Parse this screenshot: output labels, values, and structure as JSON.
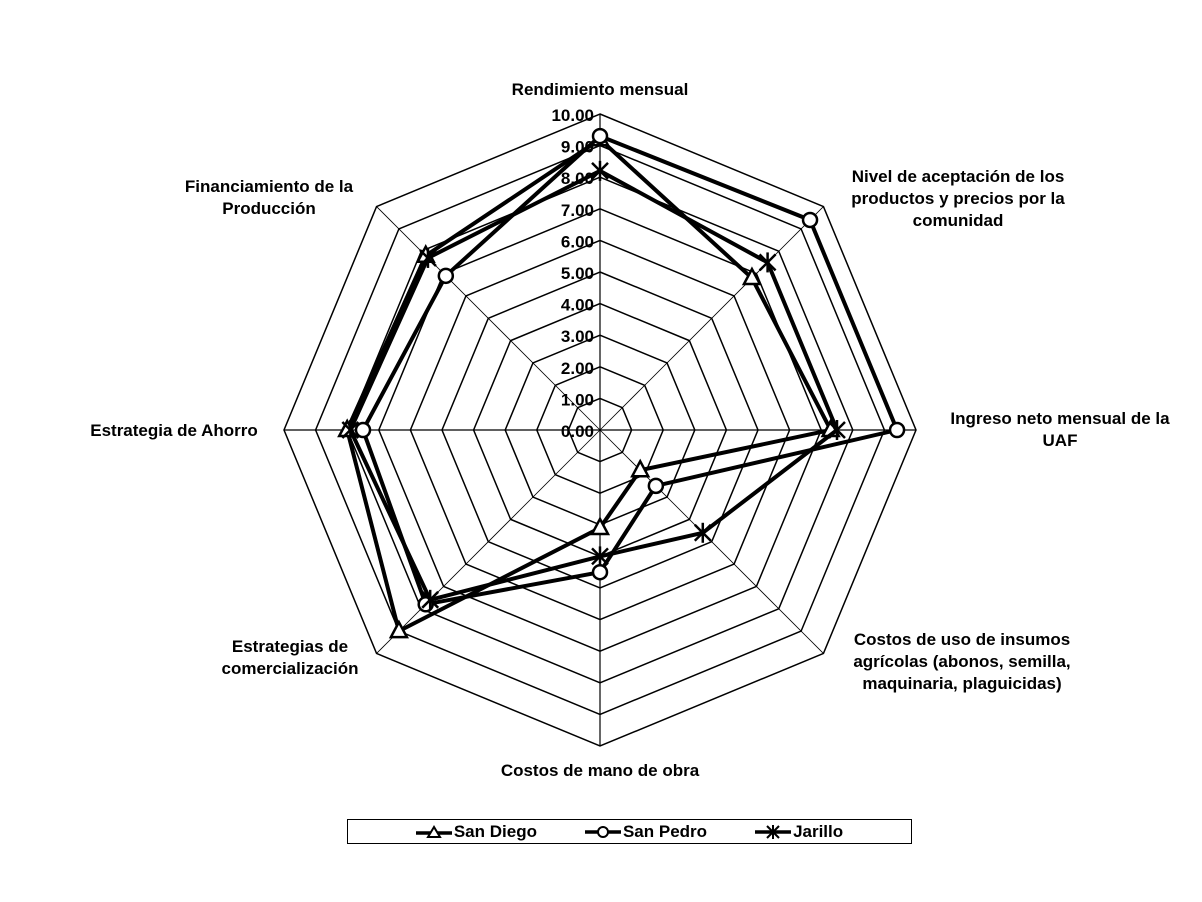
{
  "chart_data": {
    "type": "radar",
    "title": "",
    "axes": [
      "Rendimiento mensual",
      "Nivel de aceptación de los productos y precios por la comunidad",
      "Ingreso neto mensual de la UAF",
      "Costos  de uso de insumos agrícolas (abonos, semilla, maquinaria, plaguicidas)",
      "Costos de mano de obra",
      "Estrategias de comercialización",
      "Estrategia de Ahorro",
      "Financiamiento de la Producción"
    ],
    "axis_labels_display": [
      "Rendimiento mensual",
      "Nivel de aceptación de los\nproductos y precios por la\ncomunidad",
      "Ingreso neto mensual de la\nUAF",
      "Costos  de uso de insumos\nagrícolas (abonos, semilla,\nmaquinaria, plaguicidas)",
      "Costos de mano de obra",
      "Estrategias de\ncomercialización",
      "Estrategia de Ahorro",
      "Financiamiento de la\nProducción"
    ],
    "ticks": [
      "0.00",
      "1.00",
      "2.00",
      "3.00",
      "4.00",
      "5.00",
      "6.00",
      "7.00",
      "8.00",
      "9.00",
      "10.00"
    ],
    "rlim": [
      0,
      10
    ],
    "grid": true,
    "legend_position": "bottom",
    "series": [
      {
        "name": "San Diego",
        "marker": "triangle",
        "values": [
          9.2,
          6.8,
          7.3,
          1.8,
          3.1,
          9.0,
          8.0,
          7.8
        ]
      },
      {
        "name": "San Pedro",
        "marker": "circle",
        "values": [
          9.3,
          9.4,
          9.4,
          2.5,
          4.5,
          7.8,
          7.5,
          6.9
        ]
      },
      {
        "name": "Jarillo",
        "marker": "star",
        "values": [
          8.2,
          7.5,
          7.5,
          4.6,
          4.0,
          7.6,
          7.9,
          7.7
        ]
      }
    ]
  },
  "legend": {
    "items": [
      "San Diego",
      "San Pedro",
      "Jarillo"
    ]
  },
  "colors": {
    "line": "#000000",
    "grid": "#000000",
    "background": "#ffffff"
  }
}
